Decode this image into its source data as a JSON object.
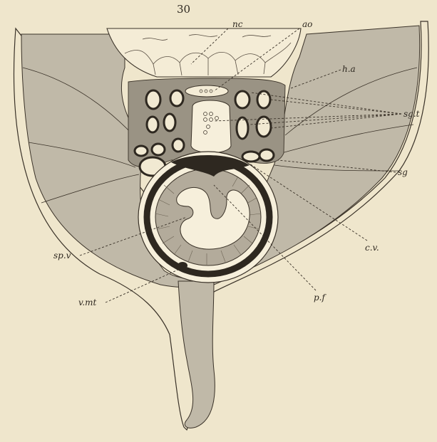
{
  "figure": {
    "number": "30",
    "labels": {
      "nc": "nc",
      "ao": "ao",
      "ha": "h.a",
      "sgt": "sg.t",
      "sg": "sg",
      "cv": "c.v.",
      "spv": "sp.v",
      "pf": "p.f",
      "vmt": "v.mt"
    }
  }
}
